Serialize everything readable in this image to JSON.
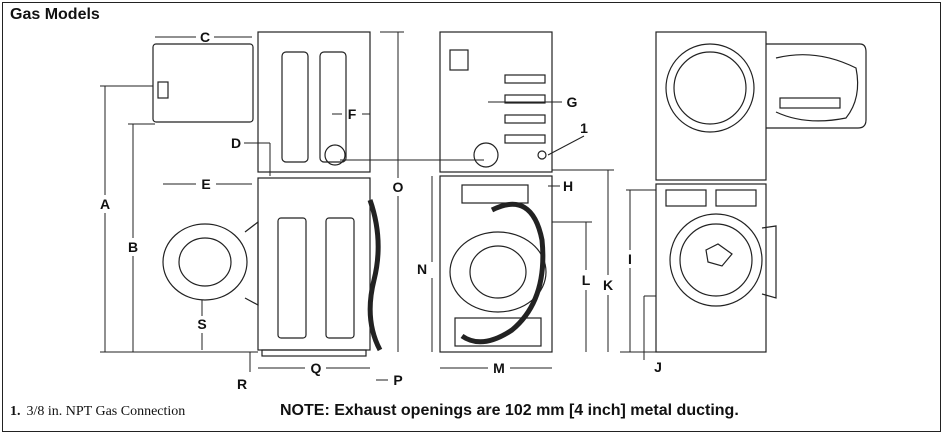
{
  "title": "Gas Models",
  "labels": {
    "A": "A",
    "B": "B",
    "C": "C",
    "D": "D",
    "E": "E",
    "F": "F",
    "G": "G",
    "H": "H",
    "I": "I",
    "J": "J",
    "K": "K",
    "L": "L",
    "M": "M",
    "N": "N",
    "O": "O",
    "P": "P",
    "Q": "Q",
    "R": "R",
    "S": "S",
    "one": "1"
  },
  "footnote": {
    "number": "1.",
    "text": "3/8 in. NPT Gas Connection"
  },
  "note": "NOTE: Exhaust openings are 102 mm [4 inch] metal ducting."
}
